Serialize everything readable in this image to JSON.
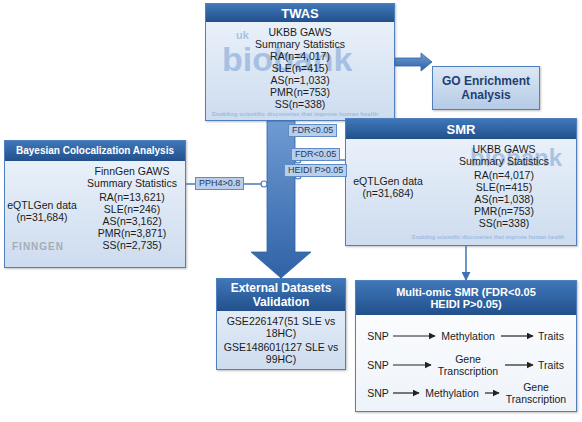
{
  "diagram": {
    "nodes": [
      {
        "text": [
          "TWAS",
          "UKBB GAWS Summary Statistics",
          "RA(n=4,017)",
          "SLE(n=415)",
          "AS(n=1,033)",
          "PMR(n=753)",
          "SS(n=338)"
        ]
      },
      {
        "text": [
          "GO Enrichment Analysis"
        ]
      },
      {
        "text": [
          "Bayesian Colocalization Analysis",
          "eQTLGen data (n=31,684)",
          "FinnGen GAWS Summary Statistics",
          "RA(n=13,621)",
          "SLE(n=246)",
          "AS(n=3,162)",
          "PMR(n=3,871)",
          "SS(n=2,735)"
        ]
      },
      {
        "text": [
          "SMR",
          "eQTLGen data (n=31,684)",
          "UKBB GAWS Summary Statistics",
          "RA(n=4,017)",
          "SLE(n=415)",
          "AS(n=1,038)",
          "PMR(n=753)",
          "SS(n=338)"
        ]
      },
      {
        "text": [
          "External Datasets Validation",
          "GSE226147(51 SLE vs 18HC)",
          "GSE148601(127 SLE vs 99HC)"
        ]
      },
      {
        "text": [
          "Multi-omic SMR (FDR<0.05 HEIDI P>0.05)"
        ]
      },
      {
        "text": [
          "SNP"
        ],
        "in": 5
      },
      {
        "text": [
          "Methylation"
        ],
        "in": 5
      },
      {
        "text": [
          "Traits"
        ],
        "in": 5
      },
      {
        "text": [
          "SNP"
        ],
        "in": 5
      },
      {
        "text": [
          "Gene Transcription"
        ],
        "in": 5
      },
      {
        "text": [
          "Traits"
        ],
        "in": 5
      },
      {
        "text": [
          "SNP"
        ],
        "in": 5
      },
      {
        "text": [
          "Methylation"
        ],
        "in": 5
      },
      {
        "text": [
          "Gene Transcription"
        ],
        "in": 5
      }
    ],
    "edges": [
      {
        "from": 0,
        "to": 1,
        "arrow": "to"
      },
      {
        "from": 0,
        "to": 4,
        "label": "FDR<0.05",
        "arrow": "to"
      },
      {
        "from": 3,
        "to": 4,
        "label": "FDR<0.05",
        "arrow": "to"
      },
      {
        "from": 3,
        "to": 4,
        "label": "HEIDI P>0.05",
        "arrow": "to"
      },
      {
        "from": 2,
        "to": 4,
        "label": "PPH4>0.8",
        "arrow": "to"
      },
      {
        "from": 3,
        "to": 5,
        "arrow": "to"
      },
      {
        "from": 6,
        "to": 7,
        "arrow": "to"
      },
      {
        "from": 7,
        "to": 8,
        "arrow": "to"
      },
      {
        "from": 9,
        "to": 10,
        "arrow": "to"
      },
      {
        "from": 10,
        "to": 11,
        "arrow": "to"
      },
      {
        "from": 12,
        "to": 13,
        "arrow": "to"
      },
      {
        "from": 13,
        "to": 14,
        "arrow": "to"
      }
    ],
    "labels": [
      "uk",
      "biobank",
      "Enabling scientific discoveries that improve human health",
      "biobank",
      "Enabling scientific discoveries that improve human health",
      "FINNGEN"
    ]
  }
}
